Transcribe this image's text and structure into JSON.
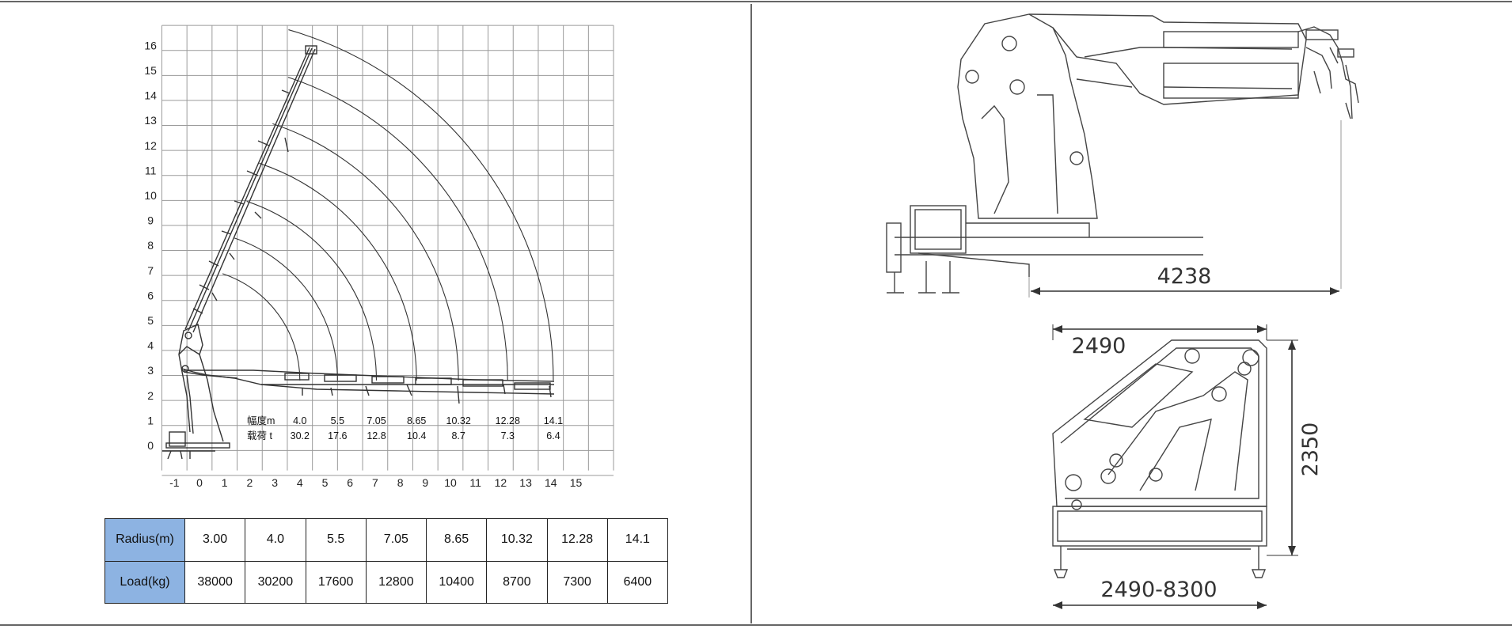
{
  "load_chart": {
    "x_axis": {
      "ticks": [
        "-1",
        "0",
        "1",
        "2",
        "3",
        "4",
        "5",
        "6",
        "7",
        "8",
        "9",
        "10",
        "11",
        "12",
        "13",
        "14",
        "15"
      ]
    },
    "y_axis": {
      "ticks": [
        "0",
        "1",
        "2",
        "3",
        "4",
        "5",
        "6",
        "7",
        "8",
        "9",
        "10",
        "11",
        "12",
        "13",
        "14",
        "15",
        "16"
      ]
    },
    "label_radius": "幅度m",
    "label_load": "载荷 t",
    "arcs": [
      {
        "radius": "4.0",
        "load": "30.2"
      },
      {
        "radius": "5.5",
        "load": "17.6"
      },
      {
        "radius": "7.05",
        "load": "12.8"
      },
      {
        "radius": "8.65",
        "load": "10.4"
      },
      {
        "radius": "10.32",
        "load": "8.7"
      },
      {
        "radius": "12.28",
        "load": "7.3"
      },
      {
        "radius": "14.1",
        "load": "6.4"
      }
    ]
  },
  "table": {
    "radius_label": "Radius(m)",
    "load_label": "Load(kg)",
    "radius": [
      "3.00",
      "4.0",
      "5.5",
      "7.05",
      "8.65",
      "10.32",
      "12.28",
      "14.1"
    ],
    "load": [
      "38000",
      "30200",
      "17600",
      "12800",
      "10400",
      "8700",
      "7300",
      "6400"
    ]
  },
  "dimensions": {
    "reach": "4238",
    "width": "2490",
    "height": "2350",
    "outrigger_span": "2490-8300"
  }
}
